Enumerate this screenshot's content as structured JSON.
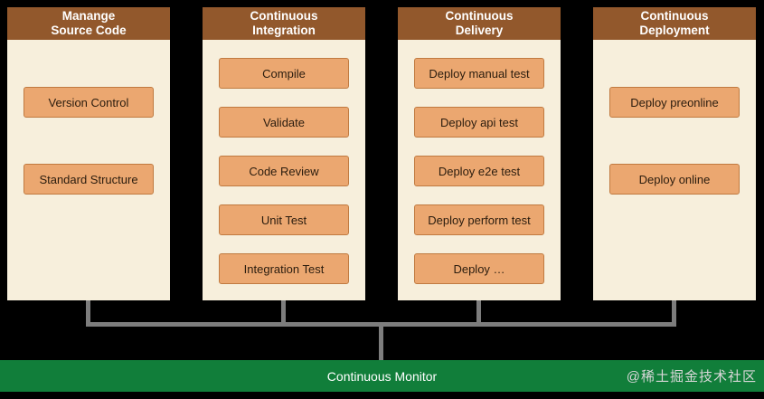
{
  "columns": [
    {
      "title": "Manange\nSource Code",
      "items": [
        "Version Control",
        "Standard Structure"
      ]
    },
    {
      "title": "Continuous\nIntegration",
      "items": [
        "Compile",
        "Validate",
        "Code Review",
        "Unit Test",
        "Integration Test"
      ]
    },
    {
      "title": "Continuous\nDelivery",
      "items": [
        "Deploy manual test",
        "Deploy api test",
        "Deploy e2e test",
        "Deploy perform test",
        "Deploy …"
      ]
    },
    {
      "title": "Continuous\nDeployment",
      "items": [
        "Deploy preonline",
        "Deploy online"
      ]
    }
  ],
  "monitor": {
    "label": "Continuous Monitor"
  },
  "watermark": {
    "text": "@稀土掘金技术社区"
  },
  "colors": {
    "page_bg": "#000000",
    "header_bg": "#92582c",
    "header_text": "#ffffff",
    "column_bg": "#f7efdc",
    "step_bg": "#eba770",
    "step_border": "#c07a40",
    "step_text": "#2a1c0e",
    "connector": "#7d7d7d",
    "monitor_bg": "#117e3a",
    "monitor_text": "#ffffff",
    "watermark_text": "#d8d8d8"
  }
}
